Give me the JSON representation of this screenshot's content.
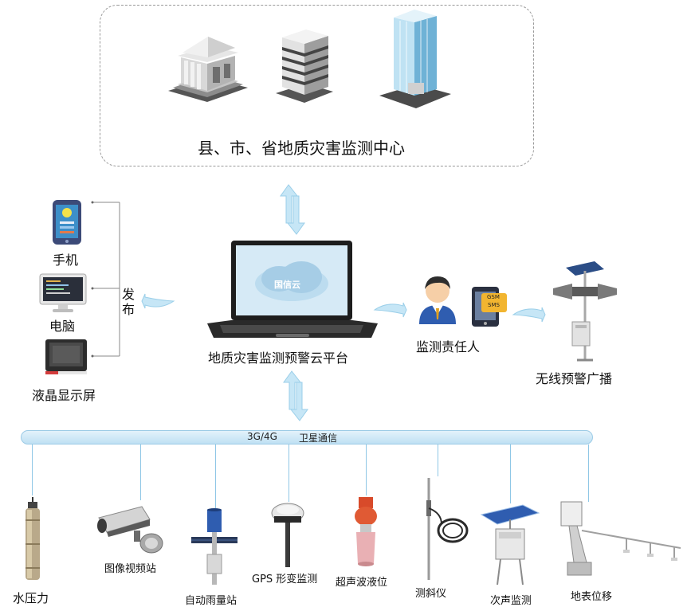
{
  "center": {
    "title": "县、市、省地质灾害监测中心"
  },
  "publish": {
    "label": "发布",
    "devices": [
      {
        "icon": "mobile-phone-icon",
        "label": "手机"
      },
      {
        "icon": "desktop-computer-icon",
        "label": "电脑"
      },
      {
        "icon": "lcd-screen-icon",
        "label": "液晶显示屏"
      }
    ]
  },
  "platform": {
    "label": "地质灾害监测预警云平台",
    "screen_logo": "国信云"
  },
  "responsible": {
    "label": "监测责任人",
    "gsm_line1": "GSM",
    "gsm_line2": "SMS"
  },
  "broadcast": {
    "label": "无线预警广播"
  },
  "bus": {
    "label_network": "3G/4G",
    "label_satellite": "卫星通信"
  },
  "sensors": [
    {
      "icon": "water-pressure-sensor-icon",
      "label": "水压力"
    },
    {
      "icon": "camera-station-icon",
      "label": "图像视频站"
    },
    {
      "icon": "rain-gauge-icon",
      "label": "自动雨量站"
    },
    {
      "icon": "gps-receiver-icon",
      "label": "GPS 形变监测"
    },
    {
      "icon": "ultrasonic-level-icon",
      "label": "超声波液位"
    },
    {
      "icon": "inclinometer-icon",
      "label": "测斜仪"
    },
    {
      "icon": "infrasound-station-icon",
      "label": "次声监测"
    },
    {
      "icon": "surface-displacement-icon",
      "label": "地表位移"
    }
  ]
}
